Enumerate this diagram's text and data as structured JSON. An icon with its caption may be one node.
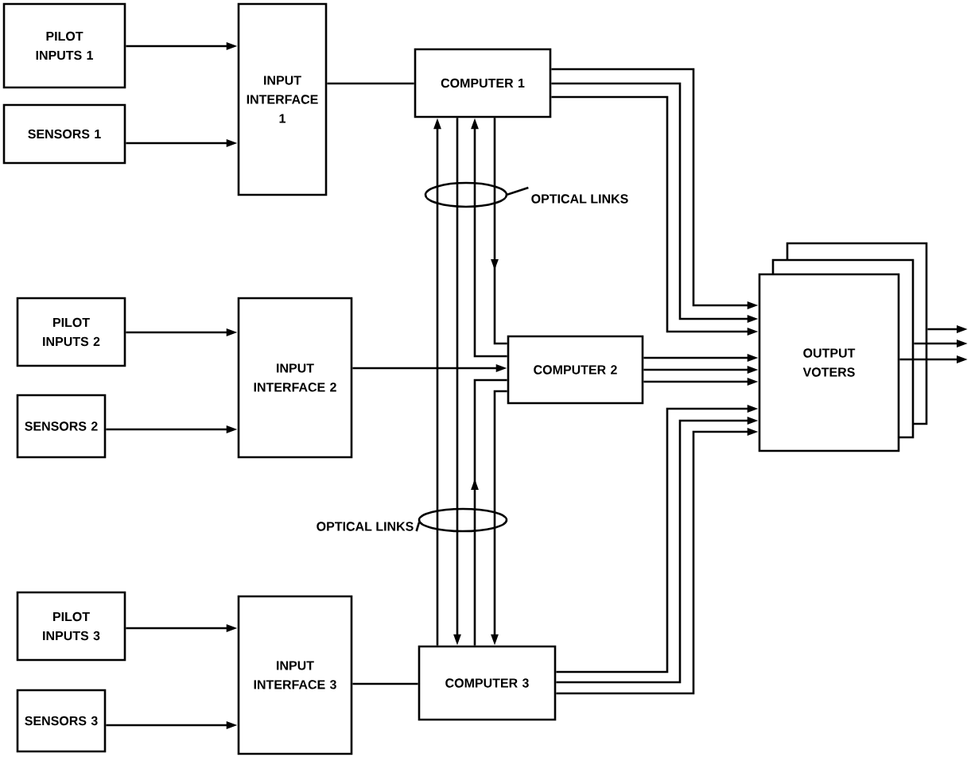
{
  "diagram": {
    "nodes": [
      {
        "text": [
          "PILOT INPUTS 1"
        ]
      },
      {
        "text": [
          "SENSORS 1"
        ]
      },
      {
        "text": [
          "INPUT INTERFACE 1"
        ]
      },
      {
        "text": [
          "COMPUTER 1"
        ]
      },
      {
        "text": [
          "OPTICAL LINKS"
        ]
      },
      {
        "text": [],
        "shape": "box"
      },
      {
        "text": [],
        "shape": "box"
      },
      {
        "text": [
          "OUTPUT VOTERS"
        ]
      },
      {
        "text": [
          "PILOT INPUTS 2"
        ]
      },
      {
        "text": [
          "SENSORS 2"
        ]
      },
      {
        "text": [
          "INPUT INTERFACE 2"
        ]
      },
      {
        "text": [
          "COMPUTER 2"
        ]
      },
      {
        "text": [
          "OPTICAL LINKS"
        ]
      },
      {
        "text": [
          "PILOT INPUTS 3"
        ]
      },
      {
        "text": [
          "SENSORS 3"
        ]
      },
      {
        "text": [
          "INPUT INTERFACE 3"
        ]
      },
      {
        "text": [
          "COMPUTER 3"
        ]
      }
    ],
    "edges": [
      {
        "from": 0,
        "to": 2,
        "arrow": "to"
      },
      {
        "from": 1,
        "to": 2,
        "arrow": "to"
      },
      {
        "from": 2,
        "to": 3,
        "arrow": "none"
      },
      {
        "from": 8,
        "to": 10,
        "arrow": "to"
      },
      {
        "from": 9,
        "to": 10,
        "arrow": "to"
      },
      {
        "from": 10,
        "to": 11,
        "arrow": "to"
      },
      {
        "from": 13,
        "to": 15,
        "arrow": "to"
      },
      {
        "from": 14,
        "to": 15,
        "arrow": "to"
      },
      {
        "from": 15,
        "to": 16,
        "arrow": "none"
      },
      {
        "from": 16,
        "to": 3,
        "arrow": "to"
      },
      {
        "from": 3,
        "to": 16,
        "arrow": "to"
      },
      {
        "from": 11,
        "to": 3,
        "arrow": "to"
      },
      {
        "from": 3,
        "to": 11,
        "arrow": "to"
      },
      {
        "from": 16,
        "to": 11,
        "arrow": "to"
      },
      {
        "from": 11,
        "to": 16,
        "arrow": "to"
      },
      {
        "from": 3,
        "to": 7,
        "arrow": "to"
      },
      {
        "from": 3,
        "to": 7,
        "arrow": "to"
      },
      {
        "from": 3,
        "to": 7,
        "arrow": "to"
      },
      {
        "from": 11,
        "to": 7,
        "arrow": "to"
      },
      {
        "from": 11,
        "to": 7,
        "arrow": "to"
      },
      {
        "from": 11,
        "to": 7,
        "arrow": "to"
      },
      {
        "from": 16,
        "to": 7,
        "arrow": "to"
      },
      {
        "from": 16,
        "to": 7,
        "arrow": "to"
      },
      {
        "from": 16,
        "to": 7,
        "arrow": "to"
      },
      {
        "from": 5,
        "to": null,
        "arrow": "to"
      },
      {
        "from": 6,
        "to": null,
        "arrow": "to"
      },
      {
        "from": 7,
        "to": null,
        "arrow": "to"
      },
      {
        "from": 4,
        "to": null,
        "arrow": "none"
      },
      {
        "from": 12,
        "to": null,
        "arrow": "none"
      }
    ]
  }
}
